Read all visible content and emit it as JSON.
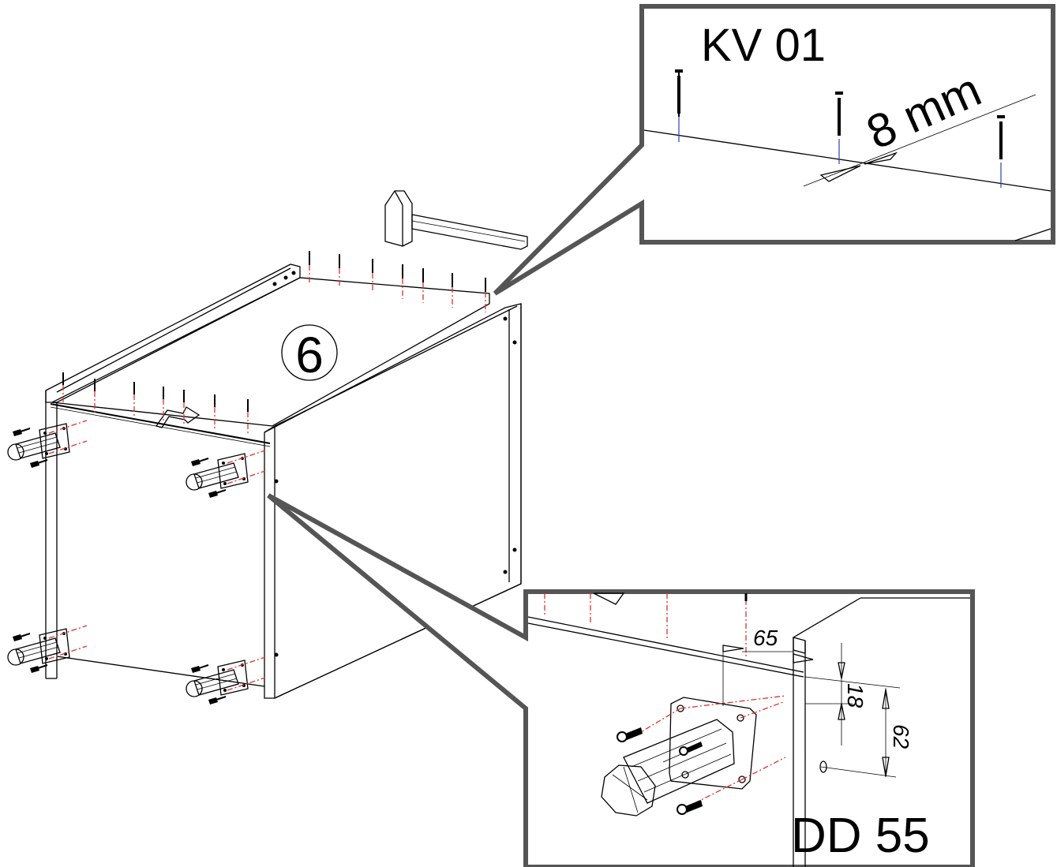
{
  "step": {
    "number": "6"
  },
  "detail_top": {
    "part_code": "KV 01",
    "dimension": "8 mm"
  },
  "detail_bottom": {
    "part_code": "DD 55",
    "dim_offset": "65",
    "dim_small": "18",
    "dim_large": "62"
  }
}
